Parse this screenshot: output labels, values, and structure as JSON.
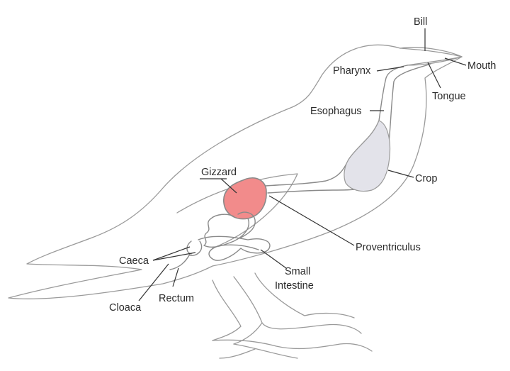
{
  "labels": {
    "bill": "Bill",
    "mouth": "Mouth",
    "pharynx": "Pharynx",
    "tongue": "Tongue",
    "esophagus": "Esophagus",
    "gizzard": "Gizzard",
    "crop": "Crop",
    "proventriculus": "Proventriculus",
    "caeca": "Caeca",
    "small_intestine_line1": "Small",
    "small_intestine_line2": "Intestine",
    "cloaca": "Cloaca",
    "rectum": "Rectum"
  },
  "colors": {
    "gizzard_fill": "#f28b8b",
    "gizzard_underline": "#c00000",
    "crop_fill": "#e3e3ea",
    "outline": "#9a9a9a",
    "leader": "#333333"
  },
  "highlighted_organ": "gizzard"
}
